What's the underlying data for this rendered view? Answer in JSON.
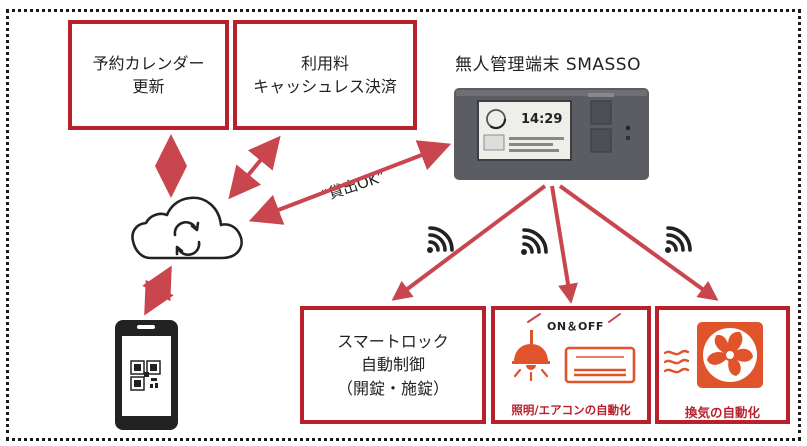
{
  "diagram": {
    "box_calendar": "予約カレンダー\n更新",
    "box_payment": "利用料\nキャッシュレス決済",
    "device_label": "無人管理端末 SMASSO",
    "device_screen_time": "14:29",
    "lent_label": "“貸出OK”",
    "box_smartlock": "スマートロック\n自動制御\n（開錠・施錠）",
    "lighting_onoff": "ON＆OFF",
    "lighting_caption": "照明/エアコンの自動化",
    "ventilation_caption": "換気の自動化"
  },
  "colors": {
    "accent_red": "#b8212c",
    "arrow_red": "#c9464e",
    "icon_orange": "#e0542b",
    "device_gray": "#5b5d63"
  }
}
